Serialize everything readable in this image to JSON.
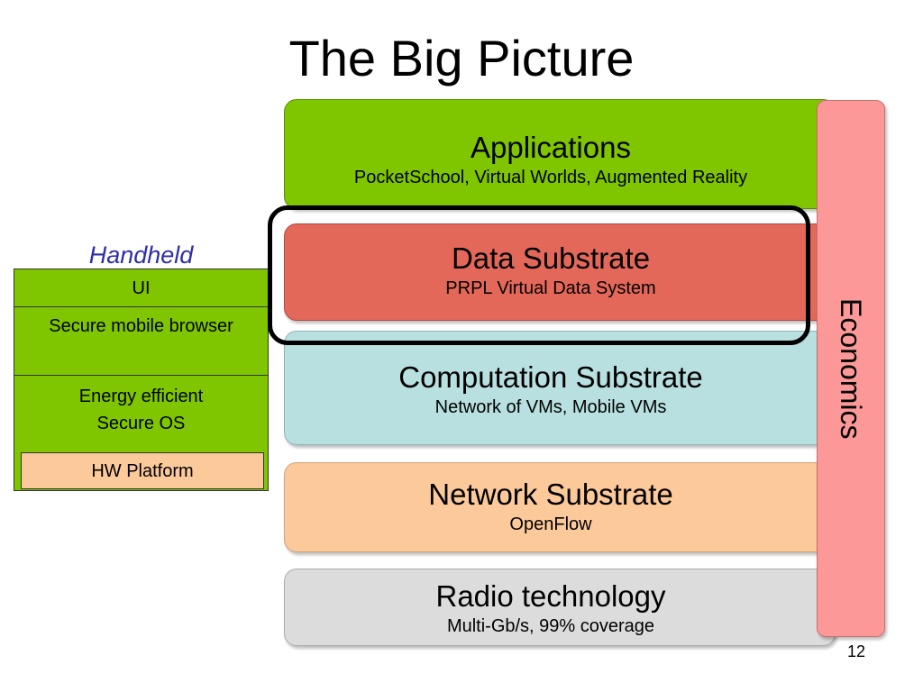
{
  "slide": {
    "title": "The Big Picture",
    "page_number": "12"
  },
  "layers": {
    "applications": {
      "title": "Applications",
      "subtitle": "PocketSchool, Virtual Worlds, Augmented Reality",
      "fill": "#7fc600",
      "border": "#5a8f00"
    },
    "data": {
      "title": "Data Substrate",
      "subtitle": "PRPL Virtual Data System",
      "fill": "#e4685a",
      "border": "#b24a3f"
    },
    "computation": {
      "title": "Computation Substrate",
      "subtitle": "Network of VMs, Mobile VMs",
      "fill": "#b8e0e0",
      "border": "#8fb5b5"
    },
    "network": {
      "title": "Network Substrate",
      "subtitle": "OpenFlow",
      "fill": "#fcc99a",
      "border": "#d0a27a"
    },
    "radio": {
      "title": "Radio technology",
      "subtitle": "Multi-Gb/s, 99% coverage",
      "fill": "#dcdcdc",
      "border": "#aaaaaa"
    }
  },
  "economics": {
    "label": "Economics",
    "fill": "#fd9898",
    "border": "#c97070"
  },
  "highlight": {
    "color": "#000000"
  },
  "handheld": {
    "title": "Handheld",
    "title_color": "#2e2ea8",
    "fill": "#7fc600",
    "ui": "UI",
    "browser": "Secure mobile browser",
    "os_line1": "Energy efficient",
    "os_line2": "Secure OS",
    "hw": "HW Platform",
    "hw_fill": "#fcc99a"
  }
}
